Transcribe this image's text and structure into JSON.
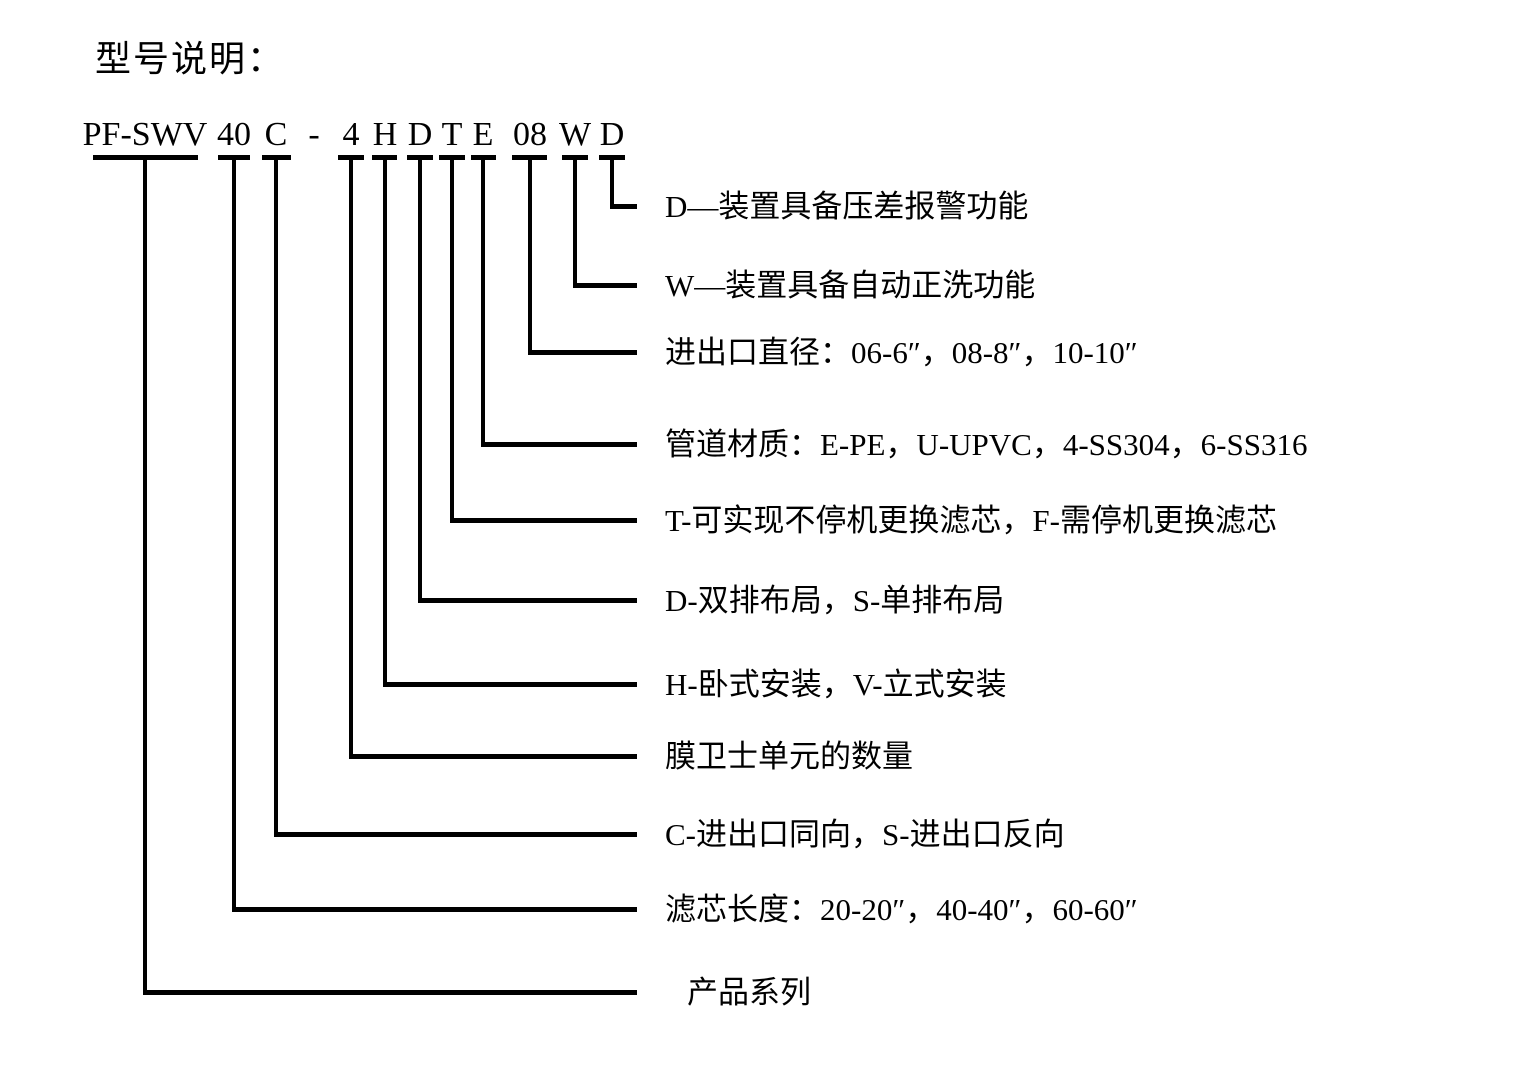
{
  "title": "型号说明：",
  "colors": {
    "ink": "#000000",
    "background": "#ffffff"
  },
  "model_code": {
    "full_code": "PF-SWV 40 C - 4 H D T E 08 W D",
    "separator": "-",
    "segments": [
      {
        "code": "PF-SWV",
        "meaning": "产品系列"
      },
      {
        "code": "40",
        "meaning": "滤芯长度：20-20″，40-40″，60-60″"
      },
      {
        "code": "C",
        "meaning": "C-进出口同向，S-进出口反向"
      },
      {
        "code": "4",
        "meaning": "膜卫士单元的数量"
      },
      {
        "code": "H",
        "meaning": "H-卧式安装，V-立式安装"
      },
      {
        "code": "D",
        "meaning": "D-双排布局，S-单排布局"
      },
      {
        "code": "T",
        "meaning": "T-可实现不停机更换滤芯，F-需停机更换滤芯"
      },
      {
        "code": "E",
        "meaning": "管道材质：E-PE，U-UPVC，4-SS304，6-SS316"
      },
      {
        "code": "08",
        "meaning": "进出口直径：06-6″，08-8″，10-10″"
      },
      {
        "code": "W",
        "meaning": "W—装置具备自动正洗功能"
      },
      {
        "code": "D",
        "meaning": "D—装置具备压差报警功能"
      }
    ]
  }
}
